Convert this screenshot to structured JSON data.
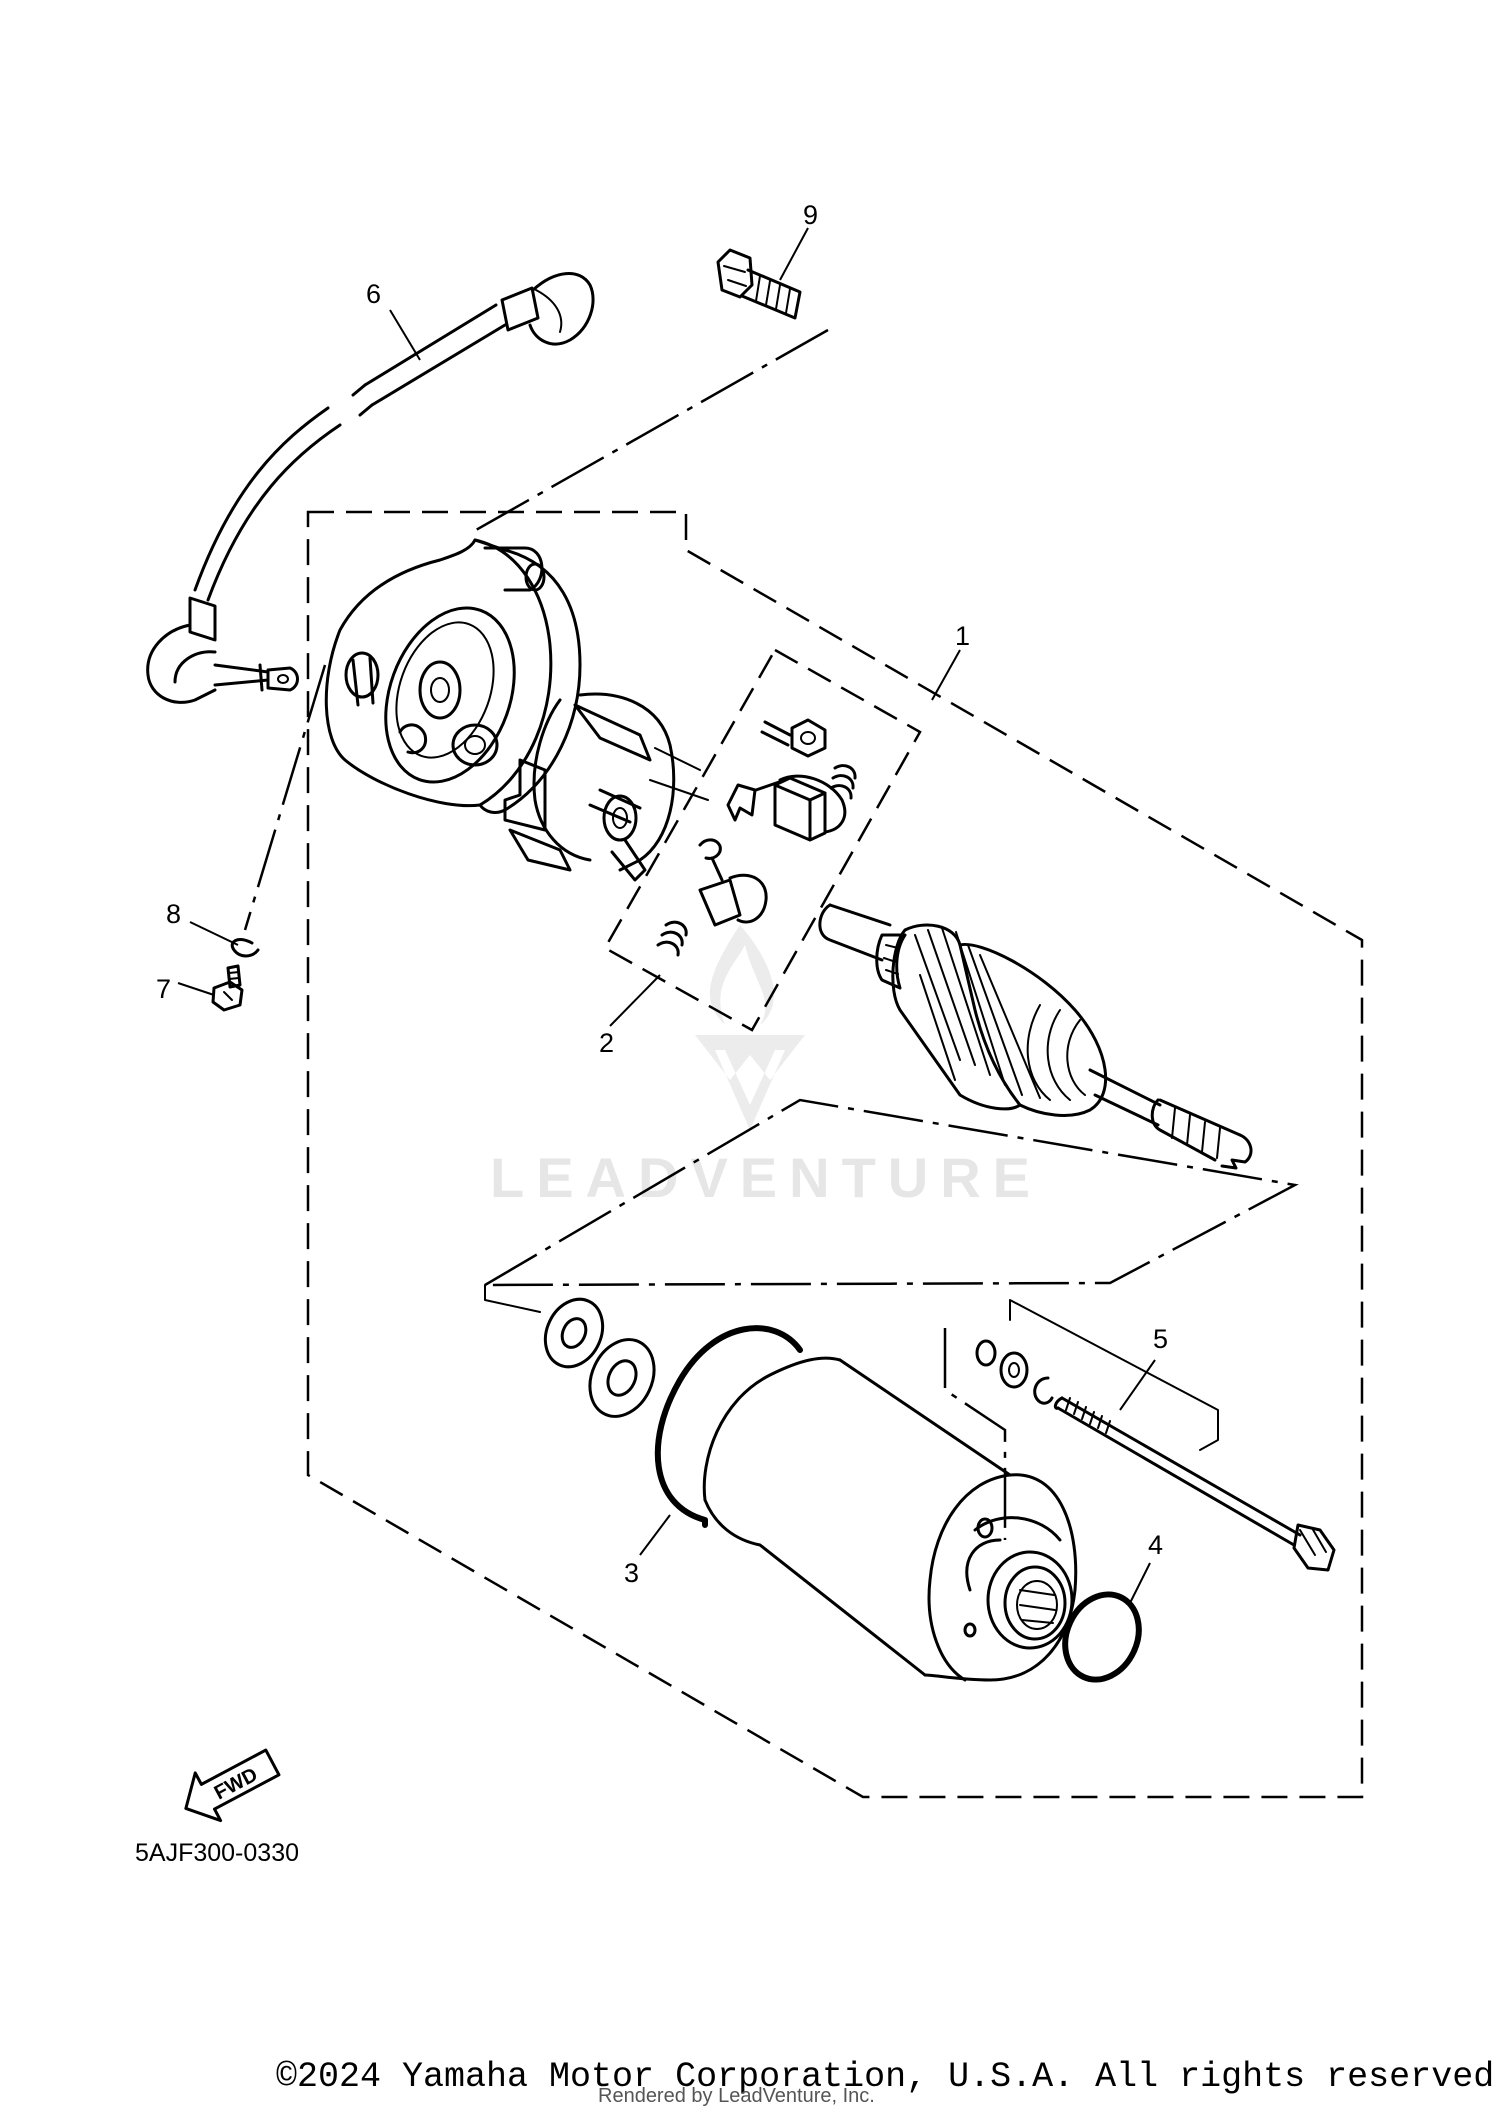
{
  "diagram": {
    "callouts": [
      "1",
      "2",
      "3",
      "4",
      "5",
      "6",
      "7",
      "8",
      "9"
    ],
    "part_code": "5AJF300-0330",
    "fwd_label": "FWD"
  },
  "watermark": {
    "brand": "LEADVENTURE"
  },
  "footer": {
    "copyright": "©2024 Yamaha Motor Corporation, U.S.A. All rights reserved.",
    "rendered_by": "Rendered by LeadVenture, Inc."
  }
}
